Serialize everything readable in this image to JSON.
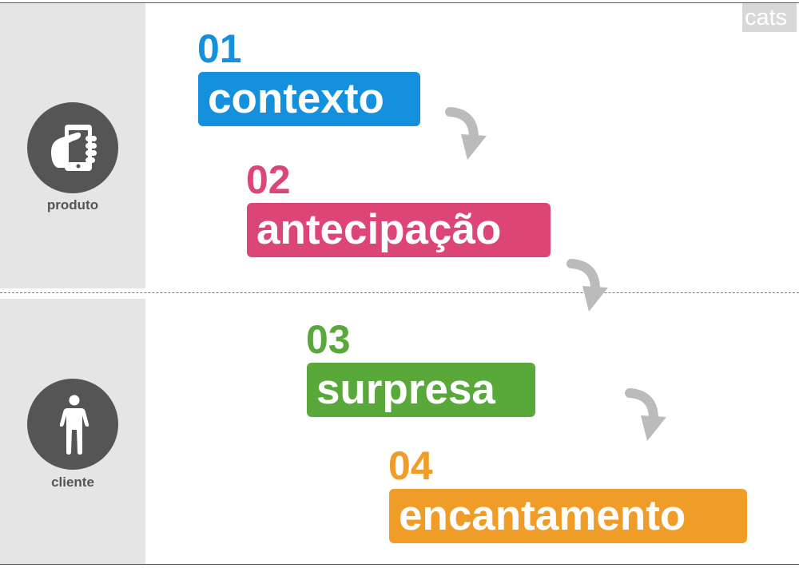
{
  "sidebar": {
    "sections": [
      {
        "label": "produto",
        "icon": "hand-holding-phone-icon"
      },
      {
        "label": "cliente",
        "icon": "person-icon"
      }
    ]
  },
  "logo": {
    "text": "cats"
  },
  "steps": [
    {
      "number": "01",
      "label": "contexto",
      "color": "#1590dc"
    },
    {
      "number": "02",
      "label": "antecipação",
      "color": "#dc4676"
    },
    {
      "number": "03",
      "label": "surpresa",
      "color": "#58a83a"
    },
    {
      "number": "04",
      "label": "encantamento",
      "color": "#f09c28"
    }
  ],
  "colors": {
    "sidebar_bg": "#e5e5e5",
    "icon_circle": "#555555",
    "arrow": "#bbbbbb"
  }
}
